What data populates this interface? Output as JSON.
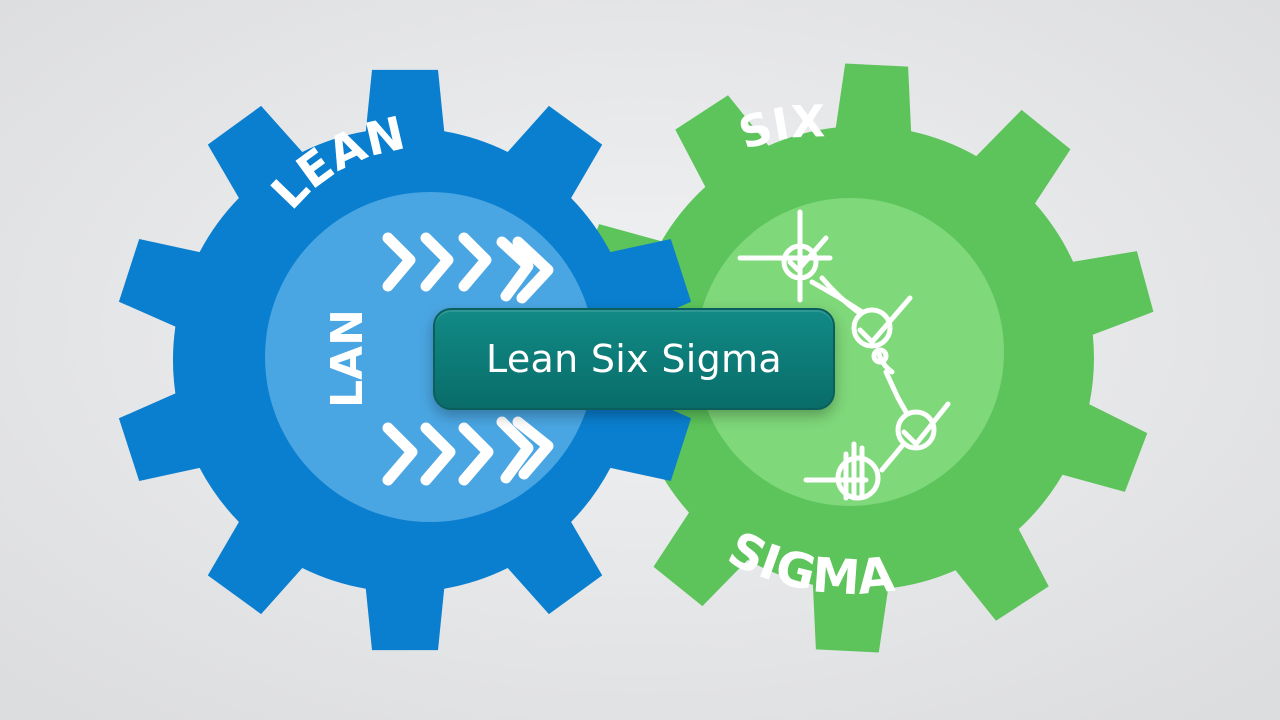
{
  "center_label": "Lean Six Sigma",
  "lean_gear": {
    "title": "LEAN",
    "inner_label": "LAN",
    "color": "#0a7fcf",
    "inner_color": "#4aa6e3",
    "icons": [
      "chevron-arrows-top",
      "chevron-arrows-bottom"
    ]
  },
  "six_sigma_gear": {
    "title_top": "SIX",
    "title_bottom": "SIGMA",
    "color": "#5cc45a",
    "inner_color": "#7fd87a",
    "icons": [
      "target-checkpoint-chain"
    ]
  },
  "background_color": "#e6e7e9"
}
